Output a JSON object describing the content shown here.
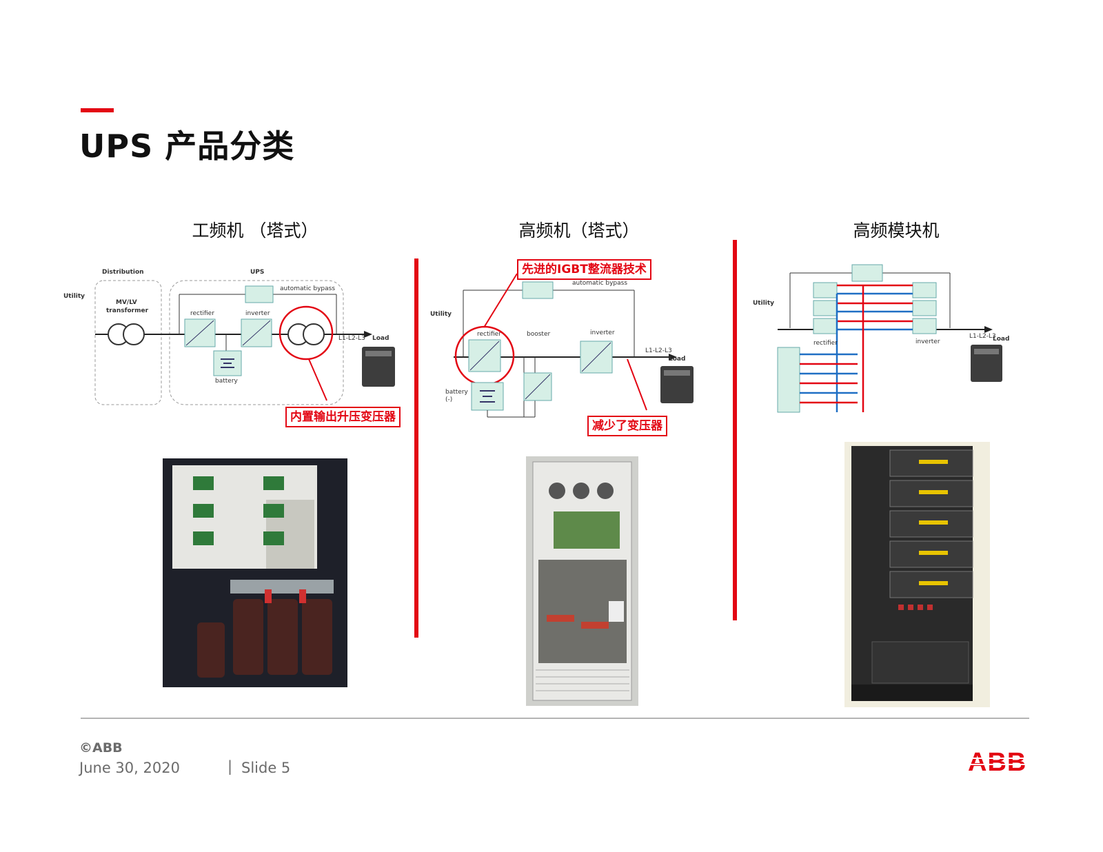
{
  "slide": {
    "title": "UPS 产品分类",
    "columns": [
      {
        "heading": "工频机 （塔式）",
        "diagram_labels": {
          "utility": "Utility",
          "distribution": "Distribution",
          "ups": "UPS",
          "transformer": "MV/LV\ntransformer",
          "rectifier": "rectifier",
          "inverter": "inverter",
          "battery": "battery",
          "bypass": "automatic bypass",
          "phases": "L1-L2-L3",
          "load": "Load"
        },
        "callout": "内置输出升压变压器"
      },
      {
        "heading": "高频机（塔式）",
        "diagram_labels": {
          "utility": "Utility",
          "rectifier": "rectifier",
          "booster": "booster",
          "inverter": "inverter",
          "battery": "battery\n(-)",
          "bypass": "automatic bypass",
          "phases": "L1-L2-L3",
          "load": "Load"
        },
        "callout_top": "先进的IGBT整流器技术",
        "callout_bottom": "减少了变压器"
      },
      {
        "heading": "高频模块机",
        "diagram_labels": {
          "utility": "Utility",
          "rectifier": "rectifier",
          "inverter": "inverter",
          "phases": "L1-L2-L3",
          "load": "Load"
        }
      }
    ]
  },
  "footer": {
    "copyright": "©ABB",
    "date": "June 30, 2020",
    "separator": "|",
    "slide_number": "Slide 5",
    "logo_text": "ABB"
  },
  "colors": {
    "accent": "#e30613",
    "module_fill": "#d6efe6",
    "line_blue": "#1f6fc4",
    "line_red": "#e30613",
    "footer_gray": "#6b6b6b"
  }
}
